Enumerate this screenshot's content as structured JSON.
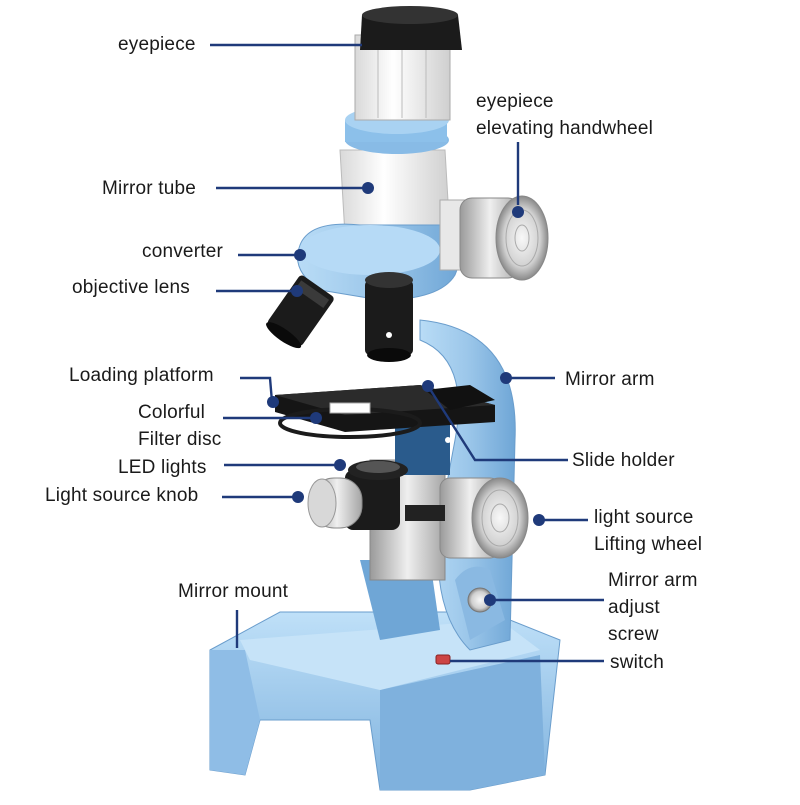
{
  "colors": {
    "leader": "#1f3a7a",
    "body_blue": "#9cc7ea",
    "body_blue_dark": "#6fa6d6",
    "white_part": "#f2f2f2",
    "black_part": "#1b1b1b",
    "metal": "#cfcfcf"
  },
  "labels": {
    "eyepiece": "eyepiece",
    "eyepiece_handwheel_line1": "eyepiece",
    "eyepiece_handwheel_line2": "elevating handwheel",
    "mirror_tube": "Mirror tube",
    "converter": "converter",
    "objective_lens": "objective lens",
    "loading_platform": "Loading platform",
    "mirror_arm": "Mirror arm",
    "colorful_filter_line1": "Colorful",
    "colorful_filter_line2": "Filter disc",
    "slide_holder": "Slide holder",
    "led_lights": "LED lights",
    "light_source_knob": "Light source knob",
    "light_source_wheel_line1": "light source",
    "light_source_wheel_line2": "Lifting wheel",
    "mirror_mount": "Mirror mount",
    "arm_screw_line1": "Mirror arm",
    "arm_screw_line2": "adjust",
    "arm_screw_line3": "screw",
    "switch": "switch"
  }
}
